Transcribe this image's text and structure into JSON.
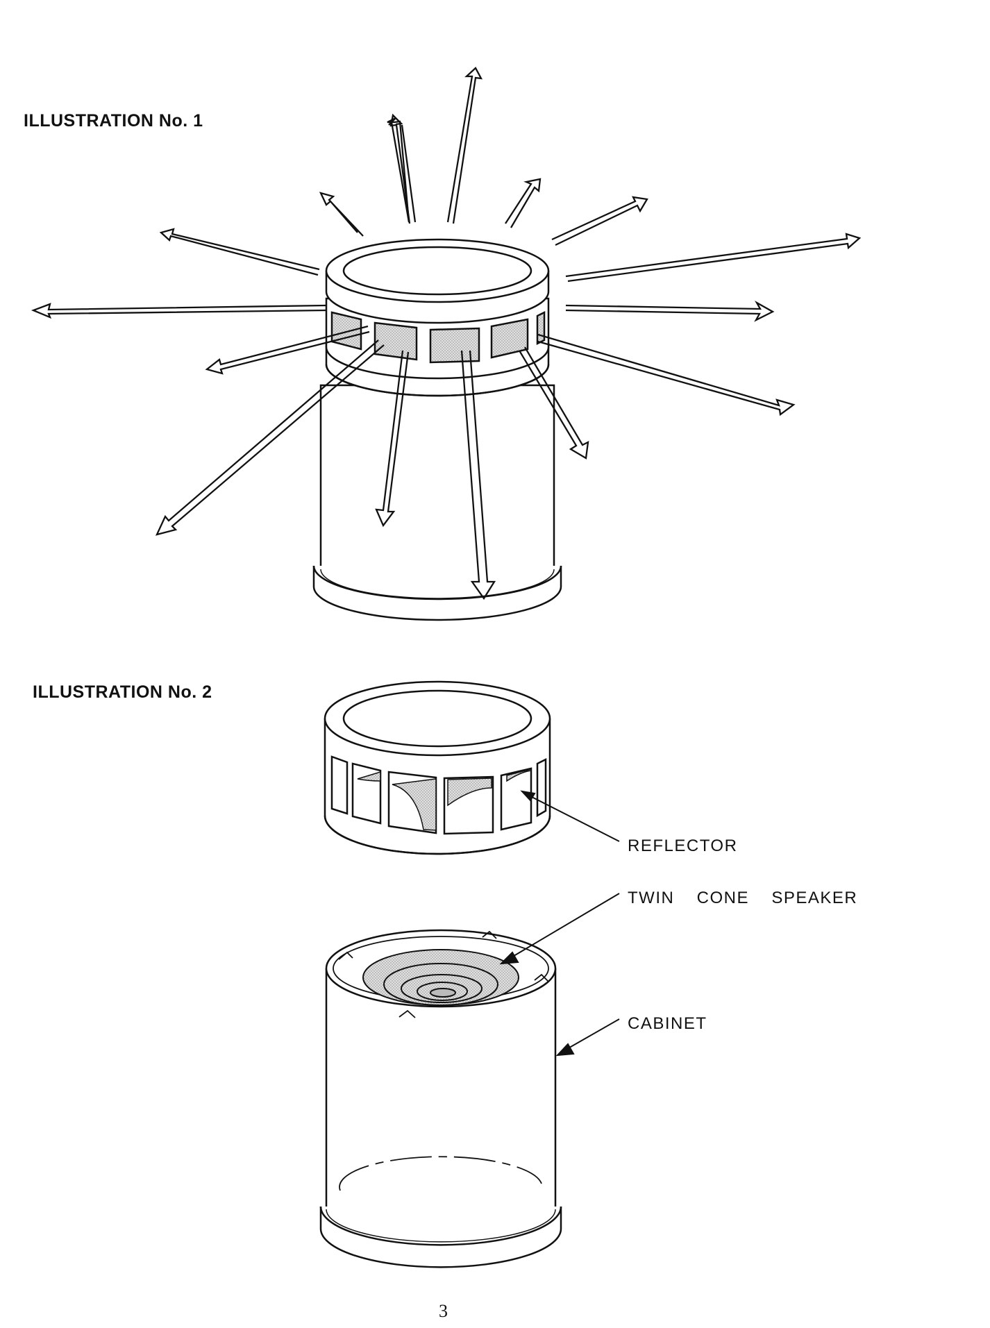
{
  "headings": {
    "illustration_1": "ILLUSTRATION No. 1",
    "illustration_2": "ILLUSTRATION No. 2"
  },
  "callouts": {
    "reflector": "REFLECTOR",
    "speaker": "TWIN  CONE  SPEAKER",
    "cabinet": "CABINET"
  },
  "page_number": "3",
  "colors": {
    "ink": "#111111",
    "screen_fill": "#d4d4d4",
    "paper": "#ffffff"
  }
}
